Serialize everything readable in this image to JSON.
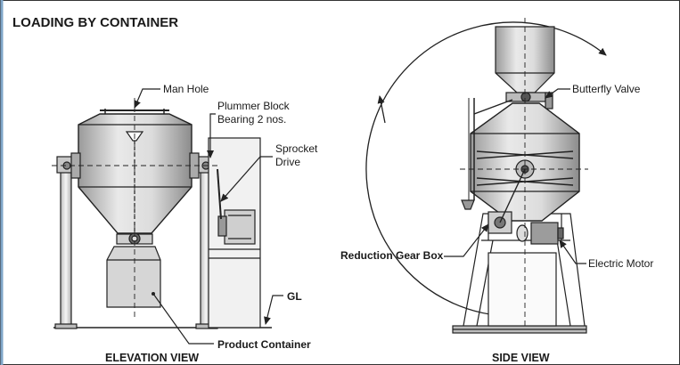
{
  "title": "LOADING BY CONTAINER",
  "elevation": {
    "view_label": "ELEVATION VIEW",
    "labels": {
      "man_hole": "Man Hole",
      "plummer_block_line1": "Plummer Block",
      "plummer_block_line2": "Bearing 2 nos.",
      "sprocket_line1": "Sprocket",
      "sprocket_line2": "Drive",
      "gl": "GL",
      "product_container": "Product Container"
    }
  },
  "side": {
    "view_label": "SIDE VIEW",
    "labels": {
      "butterfly_valve": "Butterfly Valve",
      "reduction_gear_box": "Reduction Gear Box",
      "electric_motor": "Electric Motor"
    }
  },
  "colors": {
    "line": "#222222",
    "fill_body": "#d9d9d9",
    "fill_light": "#ececec",
    "border_left": "#7fa6c8"
  }
}
